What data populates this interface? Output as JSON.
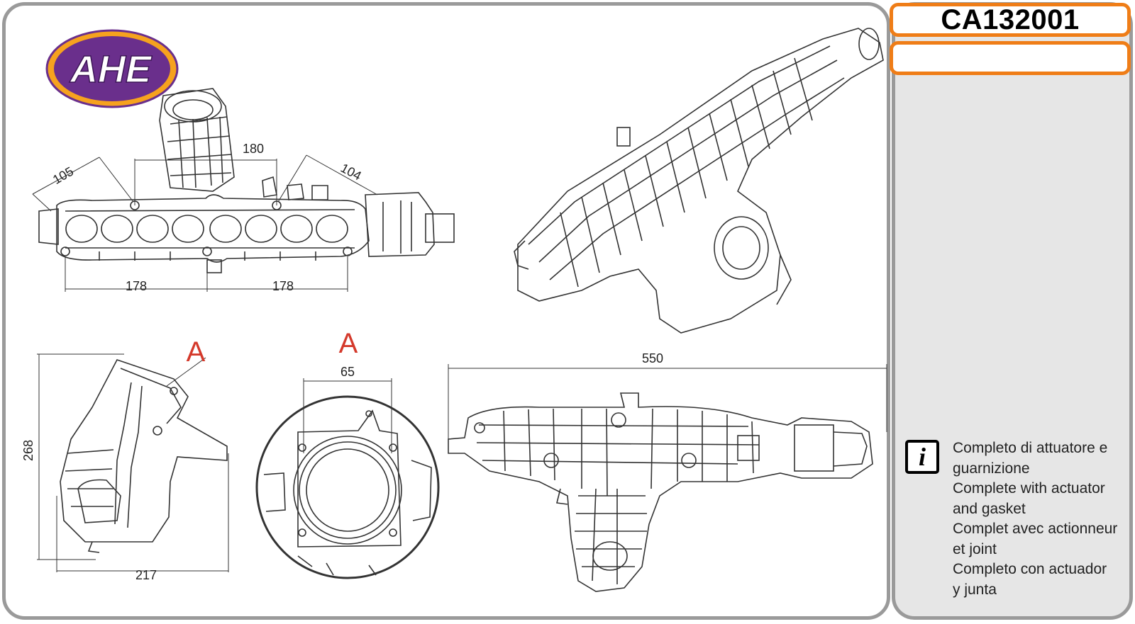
{
  "brand": {
    "logo_text": "AHE",
    "colors": {
      "logo_fill": "#6a2f8c",
      "logo_ring": "#f6a21e",
      "logo_text": "#ffffff"
    }
  },
  "product": {
    "code": "CA132001",
    "subtitle": ""
  },
  "colors": {
    "accent": "#ef7d17",
    "panel_border": "#9a9a9a",
    "side_bg": "#e6e6e6",
    "section_label": "#d4392b"
  },
  "info": {
    "icon": "info-icon",
    "icon_glyph": "i",
    "lines": [
      "Completo di attuatore e",
      "guarnizione",
      "Complete with actuator",
      "and gasket",
      "Complet avec actionneur",
      "et joint",
      "Completo con actuador",
      "y junta"
    ]
  },
  "dimensions": {
    "top_view": {
      "d105": "105",
      "d180": "180",
      "d104": "104",
      "d178_left": "178",
      "d178_right": "178"
    },
    "side_view": {
      "height": "268",
      "width": "217",
      "section": "A"
    },
    "detail_a": {
      "section": "A",
      "diameter": "65"
    },
    "front_view": {
      "length": "550"
    }
  }
}
